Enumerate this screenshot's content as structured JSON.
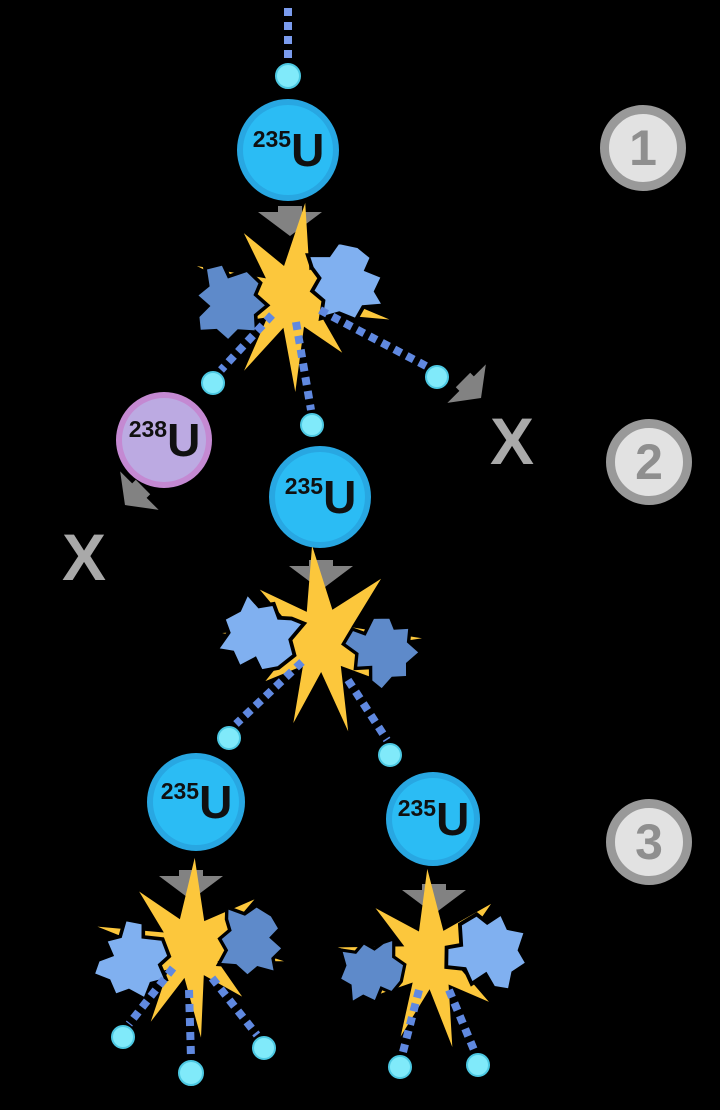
{
  "labels": {
    "x": "X"
  },
  "stages": [
    {
      "number": "1"
    },
    {
      "number": "2"
    },
    {
      "number": "3"
    }
  ],
  "nuclei": [
    {
      "mass": "235",
      "symbol": "U"
    },
    {
      "mass": "238",
      "symbol": "U"
    },
    {
      "mass": "235",
      "symbol": "U"
    },
    {
      "mass": "235",
      "symbol": "U"
    },
    {
      "mass": "235",
      "symbol": "U"
    }
  ],
  "icons": {
    "neutron": "cyan-dot",
    "neutron-trail": "dashed-line",
    "fission-burst": "yellow-starburst",
    "fission-fragment": "blue-blob",
    "arrow": "gray-thick-arrow",
    "stage-badge": "gray-numbered-circle"
  },
  "colors": {
    "background": "#000000",
    "u235-fill": "#2bbcf4",
    "u235-edge": "#28a7e2",
    "u238-fill": "#bcaae2",
    "u238-edge": "#c489d2",
    "nucleus-text": "#101010",
    "neutron": "#80eafa",
    "neutron-edge": "#4cc8e2",
    "trail": "#6089e0",
    "trail-bright": "#7b9cee",
    "starburst": "#fcc73c",
    "fragment-medium": "#5e8aca",
    "fragment-light": "#80b0f0",
    "fragment-outline": "#000000",
    "arrow": "#828282",
    "x-mark": "#a9a9a9",
    "badge-fill": "#e2e2e2",
    "badge-edge": "#999999",
    "badge-text": "#8f8f8f"
  }
}
